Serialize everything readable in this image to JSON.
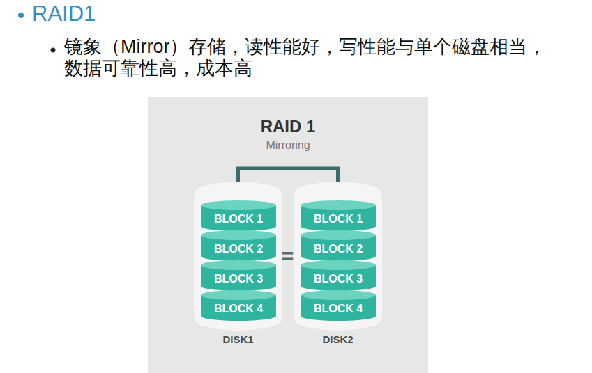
{
  "diagram": {
    "title": "RAID1",
    "nodes": [
      {
        "text": [
          "DISK1"
        ]
      },
      {
        "text": [
          "BLOCK 1"
        ],
        "in": 0
      },
      {
        "text": [
          "BLOCK 2"
        ],
        "in": 0
      },
      {
        "text": [
          "BLOCK 3"
        ],
        "in": 0
      },
      {
        "text": [
          "BLOCK 4"
        ],
        "in": 0
      },
      {
        "text": [
          "DISK2"
        ]
      },
      {
        "text": [
          "BLOCK 1"
        ],
        "in": 5
      },
      {
        "text": [
          "BLOCK 2"
        ],
        "in": 5
      },
      {
        "text": [
          "BLOCK 3"
        ],
        "in": 5
      },
      {
        "text": [
          "BLOCK 4"
        ],
        "in": 5
      }
    ],
    "edges": [
      {
        "from": 0,
        "to": 5,
        "arrow": "none"
      }
    ],
    "labels": [
      "镜象（Mirror）存储，读性能好，写性能与单个磁盘相当，数据可靠性高，成本高",
      "RAID 1",
      "Mirroring",
      "="
    ]
  }
}
